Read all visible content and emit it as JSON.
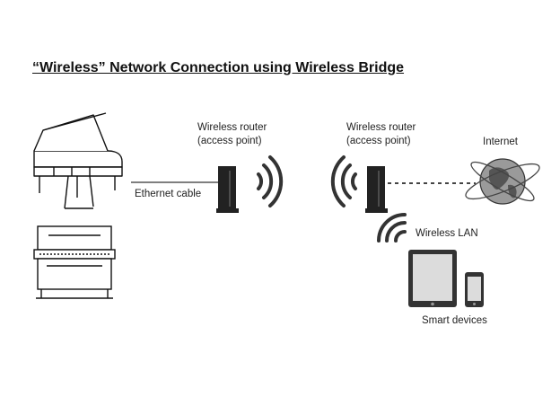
{
  "diagram": {
    "title": "“Wireless” Network Connection using Wireless Bridge",
    "labels": {
      "router_left_line1": "Wireless router",
      "router_left_line2": "(access point)",
      "router_right_line1": "Wireless router",
      "router_right_line2": "(access point)",
      "ethernet_cable": "Ethernet cable",
      "internet": "Internet",
      "wireless_lan": "Wireless LAN",
      "smart_devices": "Smart devices"
    },
    "icons": [
      "grand-piano-icon",
      "upright-piano-icon",
      "router-icon",
      "wifi-waves-icon",
      "globe-icon",
      "tablet-icon",
      "smartphone-icon"
    ]
  }
}
